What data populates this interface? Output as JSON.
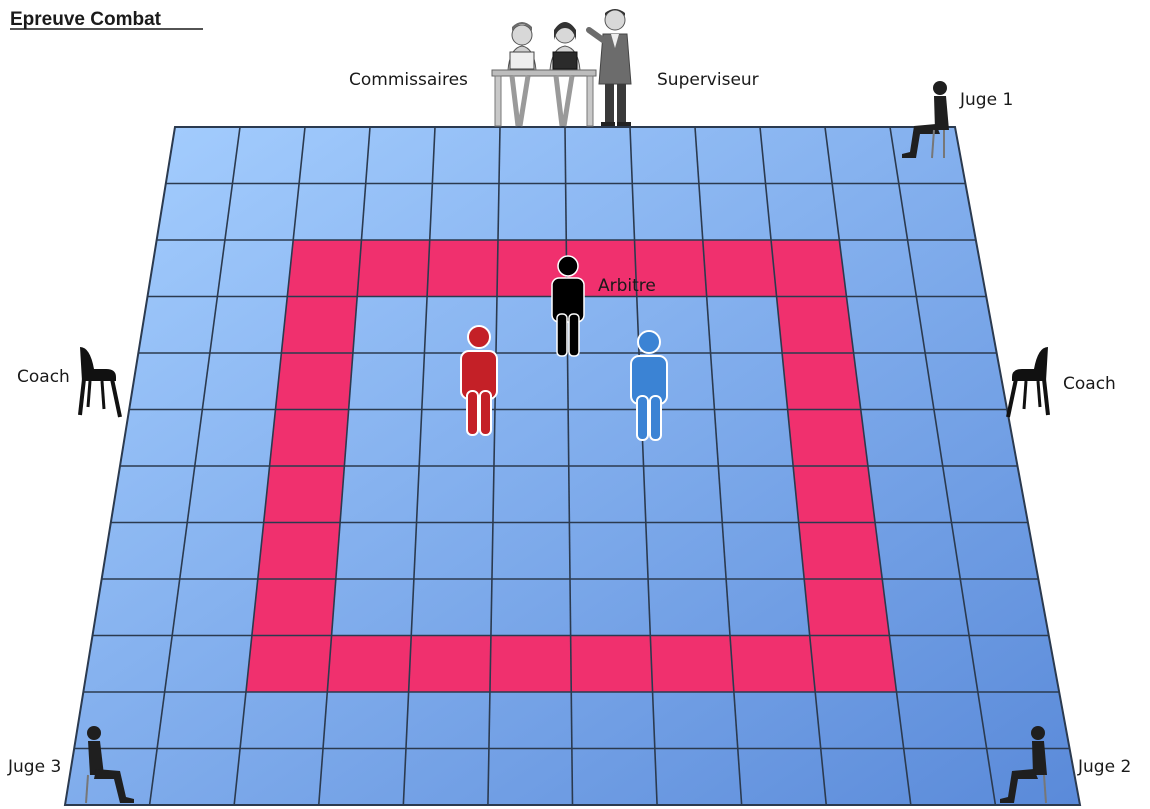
{
  "title": "Epreuve Combat",
  "labels": {
    "commissaires": "Commissaires",
    "superviseur": "Superviseur",
    "juge1": "Juge 1",
    "juge2": "Juge 2",
    "juge3": "Juge 3",
    "arbitre": "Arbitre",
    "coach_left": "Coach",
    "coach_right": "Coach"
  },
  "mat": {
    "rows": 12,
    "cols": 12,
    "border_zone_first": 2,
    "border_zone_last": 9
  },
  "colors": {
    "tile_light": "#9ec9ff",
    "tile_dark": "#5f8fe0",
    "border_zone": "#f0306e",
    "grid_line": "#2b3a4f",
    "red_fighter": "#c42027",
    "blue_fighter": "#3b83d4",
    "referee": "#000000"
  },
  "icons": [
    "judge-icon",
    "chair-icon",
    "referee-icon",
    "fighter-red-icon",
    "fighter-blue-icon",
    "commissaires-table-icon",
    "supervisor-icon"
  ]
}
